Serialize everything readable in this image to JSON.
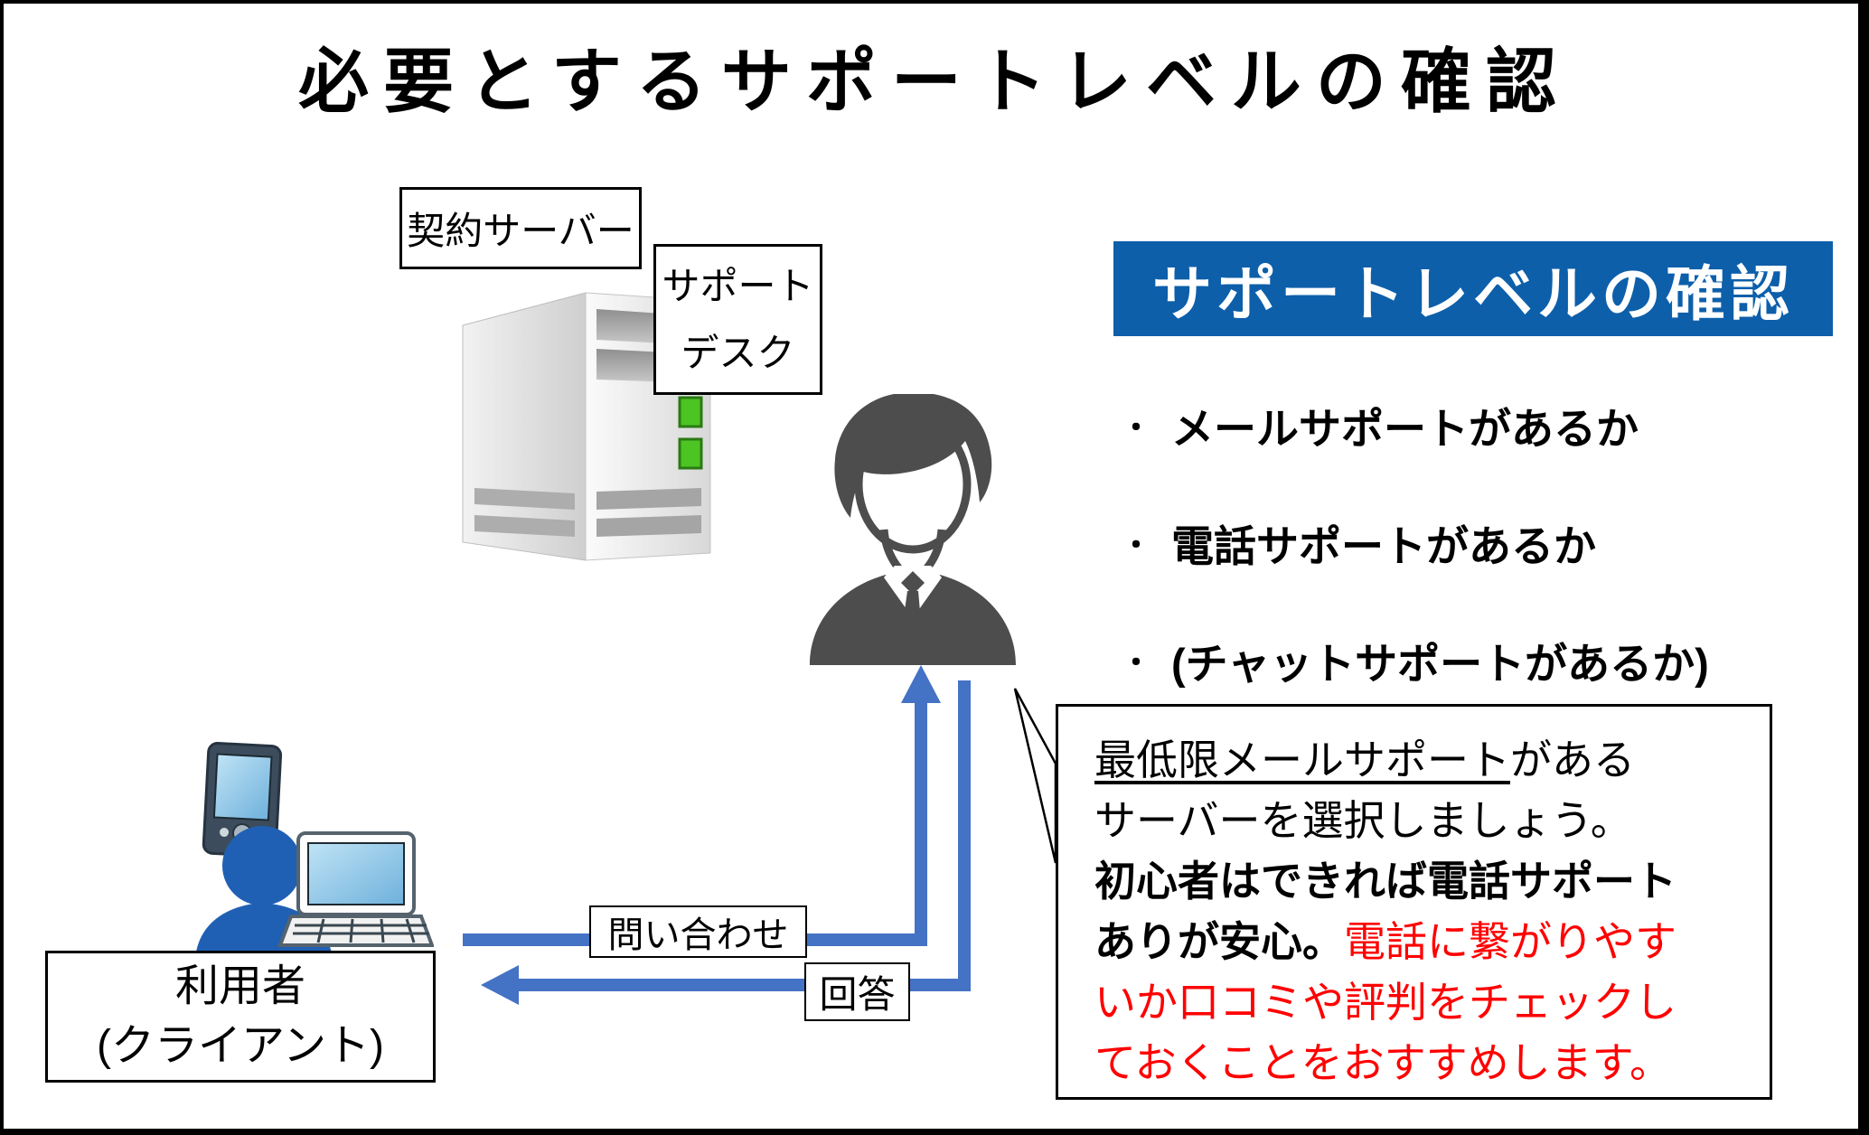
{
  "title": "必要とするサポートレベルの確認",
  "nodes": {
    "server_label": "契約サーバー",
    "support_desk_line1": "サポート",
    "support_desk_line2": "デスク",
    "user_line1": "利用者",
    "user_line2": "(クライアント)"
  },
  "arrows": {
    "inquiry_label": "問い合わせ",
    "answer_label": "回答",
    "color": "#4472C4"
  },
  "panel": {
    "heading": "サポートレベルの確認",
    "heading_bg": "#0D5FAA",
    "heading_text_color": "#FFFFFF",
    "bullet_glyph": "・",
    "bullets": [
      "メールサポートがあるか",
      "電話サポートがあるか",
      "(チャットサポートがあるか)"
    ]
  },
  "note": {
    "line1_underline": "最低限メールサポート",
    "line1_rest": "がある",
    "line2": "サーバーを選択しましょう。",
    "line3_bold": "初心者はできれば電話サポート",
    "line4_bold": "ありが安心。",
    "line4_red": "電話に繋がりやす",
    "line5_red": "いか口コミや評判をチェックし",
    "line6_red": "ておくことをおすすめします。",
    "red_color": "#FF0000"
  },
  "icons": {
    "server": "server-tower-icon",
    "agent": "support-agent-icon",
    "user": "user-with-devices-icon"
  }
}
